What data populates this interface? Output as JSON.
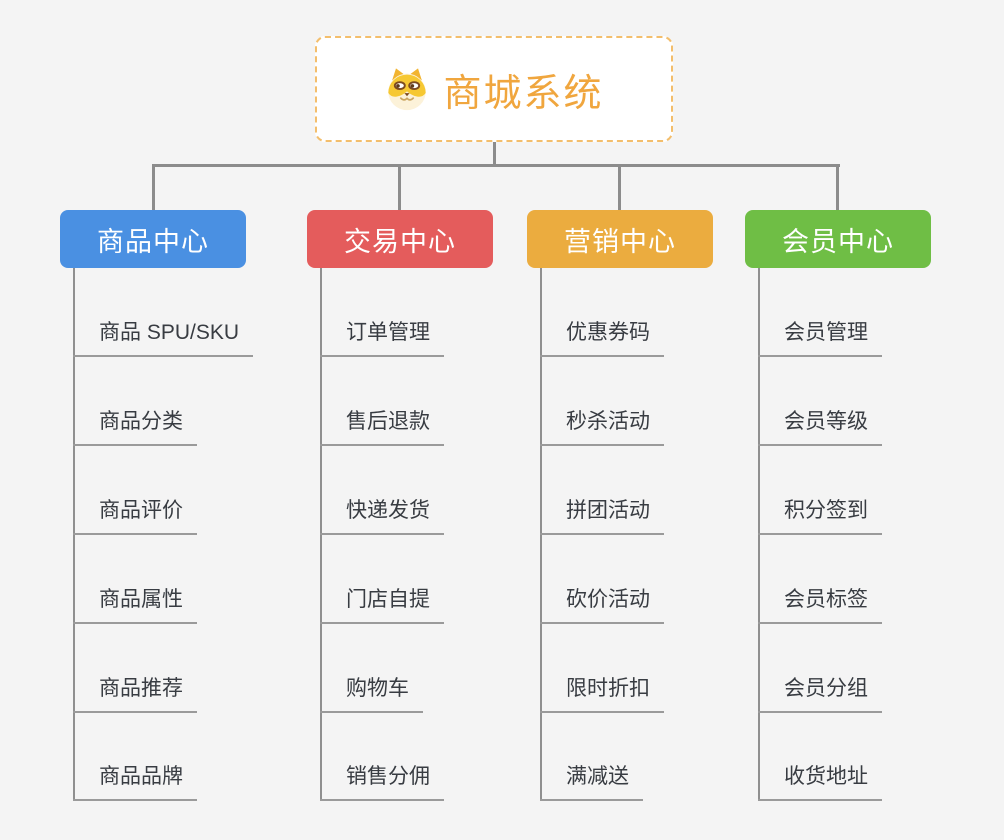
{
  "page": {
    "background_color": "#F4F4F4",
    "connector_color": "#8C8C8C",
    "child_underline_color": "#9A9A9A",
    "child_text_color": "#383C42"
  },
  "root": {
    "title": "商城系统",
    "icon": "shiba-dog-icon",
    "text_color": "#F0A63E",
    "border_color": "#F3BE6C",
    "background_color": "#FFFFFF"
  },
  "branches": [
    {
      "label": "商品中心",
      "color": "#4A90E2",
      "children": [
        "商品 SPU/SKU",
        "商品分类",
        "商品评价",
        "商品属性",
        "商品推荐",
        "商品品牌"
      ]
    },
    {
      "label": "交易中心",
      "color": "#E45C5C",
      "children": [
        "订单管理",
        "售后退款",
        "快递发货",
        "门店自提",
        "购物车",
        "销售分佣"
      ]
    },
    {
      "label": "营销中心",
      "color": "#EBAC3F",
      "children": [
        "优惠券码",
        "秒杀活动",
        "拼团活动",
        "砍价活动",
        "限时折扣",
        "满减送"
      ]
    },
    {
      "label": "会员中心",
      "color": "#6FBE45",
      "children": [
        "会员管理",
        "会员等级",
        "积分签到",
        "会员标签",
        "会员分组",
        "收货地址"
      ]
    }
  ]
}
